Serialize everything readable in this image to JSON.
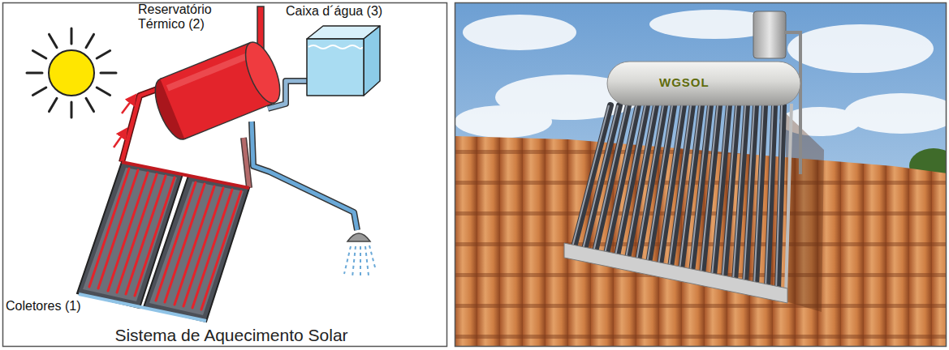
{
  "diagram": {
    "caption": "Sistema de Aquecimento Solar",
    "labels": [
      "Reservatório Térmico (2)",
      "Caixa d´água (3)",
      "Coletores (1)",
      "WGSOL"
    ]
  }
}
